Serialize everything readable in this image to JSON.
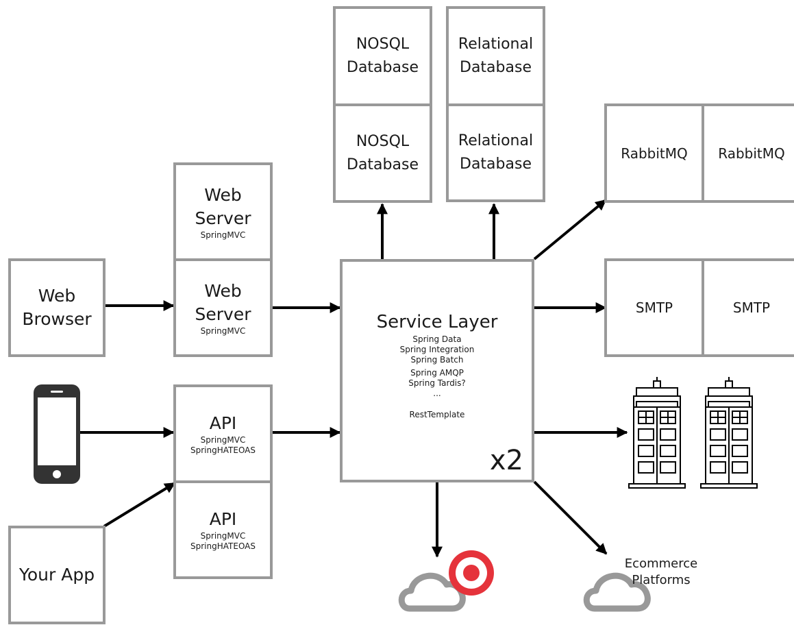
{
  "nodes": {
    "web_browser": "Web\nBrowser",
    "web_server_title": "Web\nServer",
    "web_server_sub": "SpringMVC",
    "api_title": "API",
    "api_sub": "SpringMVC\nSpringHATEOAS",
    "your_app": "Your App",
    "nosql": "NOSQL\nDatabase",
    "relational": "Relational\nDatabase",
    "rabbitmq": "RabbitMQ",
    "smtp": "SMTP",
    "service_layer": {
      "title": "Service Layer",
      "items": [
        "Spring Data",
        "Spring Integration",
        "Spring Batch",
        "Spring AMQP",
        "Spring Tardis?",
        "...",
        "",
        "RestTemplate"
      ],
      "multiplier": "x2"
    },
    "ecommerce": "Ecommerce\nPlatforms"
  },
  "colors": {
    "box_border": "#999999",
    "arrow": "#000000",
    "cloud": "#999999",
    "target_red": "#e5333b",
    "phone": "#333333"
  },
  "icons": [
    "smartphone-icon",
    "police-box-icon",
    "cloud-icon",
    "target-logo-icon"
  ]
}
